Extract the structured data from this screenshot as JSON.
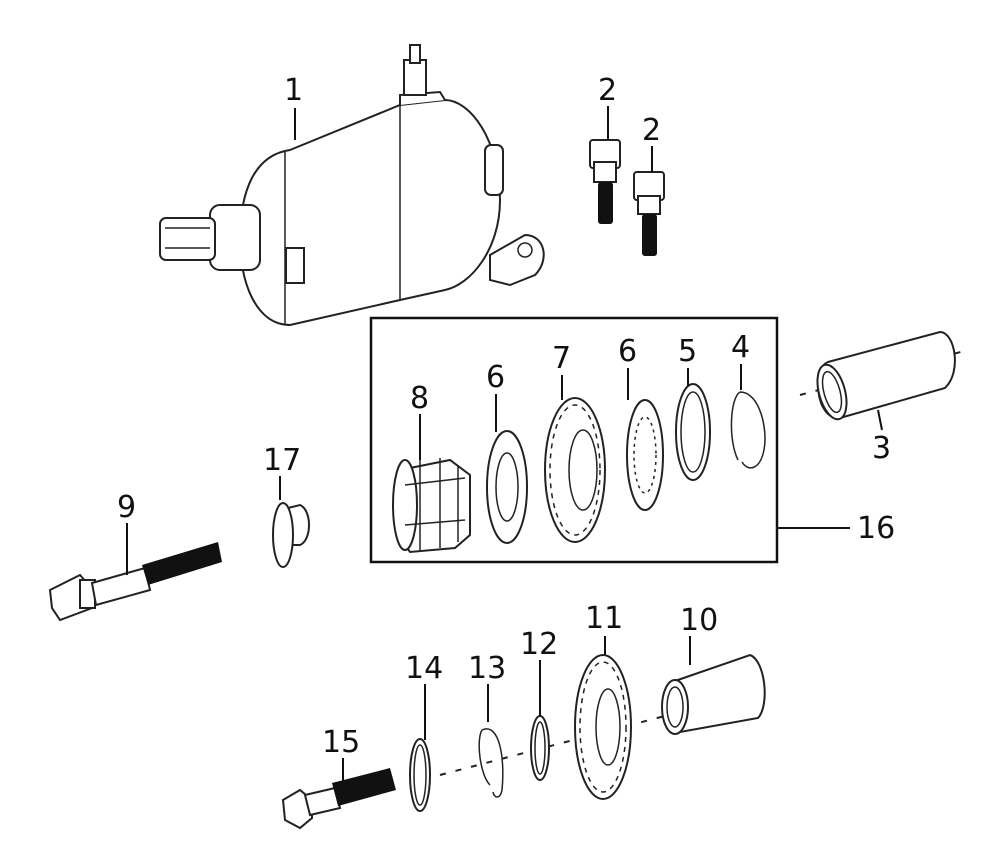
{
  "diagram": {
    "callouts": [
      {
        "id": "p1",
        "label": "1"
      },
      {
        "id": "p2a",
        "label": "2"
      },
      {
        "id": "p2b",
        "label": "2"
      },
      {
        "id": "p3",
        "label": "3"
      },
      {
        "id": "p4",
        "label": "4"
      },
      {
        "id": "p5",
        "label": "5"
      },
      {
        "id": "p6a",
        "label": "6"
      },
      {
        "id": "p6b",
        "label": "6"
      },
      {
        "id": "p7",
        "label": "7"
      },
      {
        "id": "p8",
        "label": "8"
      },
      {
        "id": "p9",
        "label": "9"
      },
      {
        "id": "p10",
        "label": "10"
      },
      {
        "id": "p11",
        "label": "11"
      },
      {
        "id": "p12",
        "label": "12"
      },
      {
        "id": "p13",
        "label": "13"
      },
      {
        "id": "p14",
        "label": "14"
      },
      {
        "id": "p15",
        "label": "15"
      },
      {
        "id": "p16",
        "label": "16"
      },
      {
        "id": "p17",
        "label": "17"
      }
    ]
  }
}
